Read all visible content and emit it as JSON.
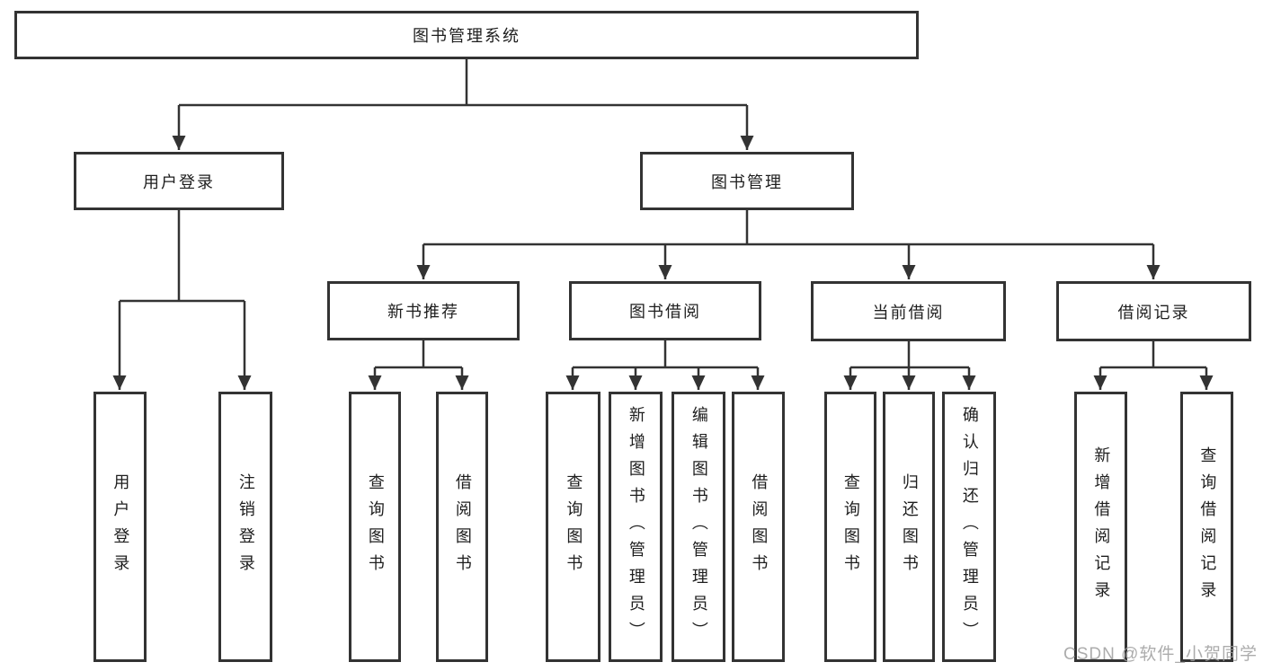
{
  "tree": {
    "label": "图书管理系统",
    "children": [
      {
        "label": "用户登录",
        "children": [
          {
            "label": "用户登录"
          },
          {
            "label": "注销登录"
          }
        ]
      },
      {
        "label": "图书管理",
        "children": [
          {
            "label": "新书推荐",
            "children": [
              {
                "label": "查询图书"
              },
              {
                "label": "借阅图书"
              }
            ]
          },
          {
            "label": "图书借阅",
            "children": [
              {
                "label": "查询图书"
              },
              {
                "label": "新增图书（管理员）"
              },
              {
                "label": "编辑图书（管理员）"
              },
              {
                "label": "借阅图书"
              }
            ]
          },
          {
            "label": "当前借阅",
            "children": [
              {
                "label": "查询图书"
              },
              {
                "label": "归还图书"
              },
              {
                "label": "确认归还（管理员）"
              }
            ]
          },
          {
            "label": "借阅记录",
            "children": [
              {
                "label": "新增借阅记录"
              },
              {
                "label": "查询借阅记录"
              }
            ]
          }
        ]
      }
    ]
  },
  "watermark": "CSDN @软件_小贺同学",
  "colors": {
    "line": "#333333",
    "text": "#1e1e1e",
    "background": "#ffffff",
    "watermark": "#9e9e9e"
  }
}
